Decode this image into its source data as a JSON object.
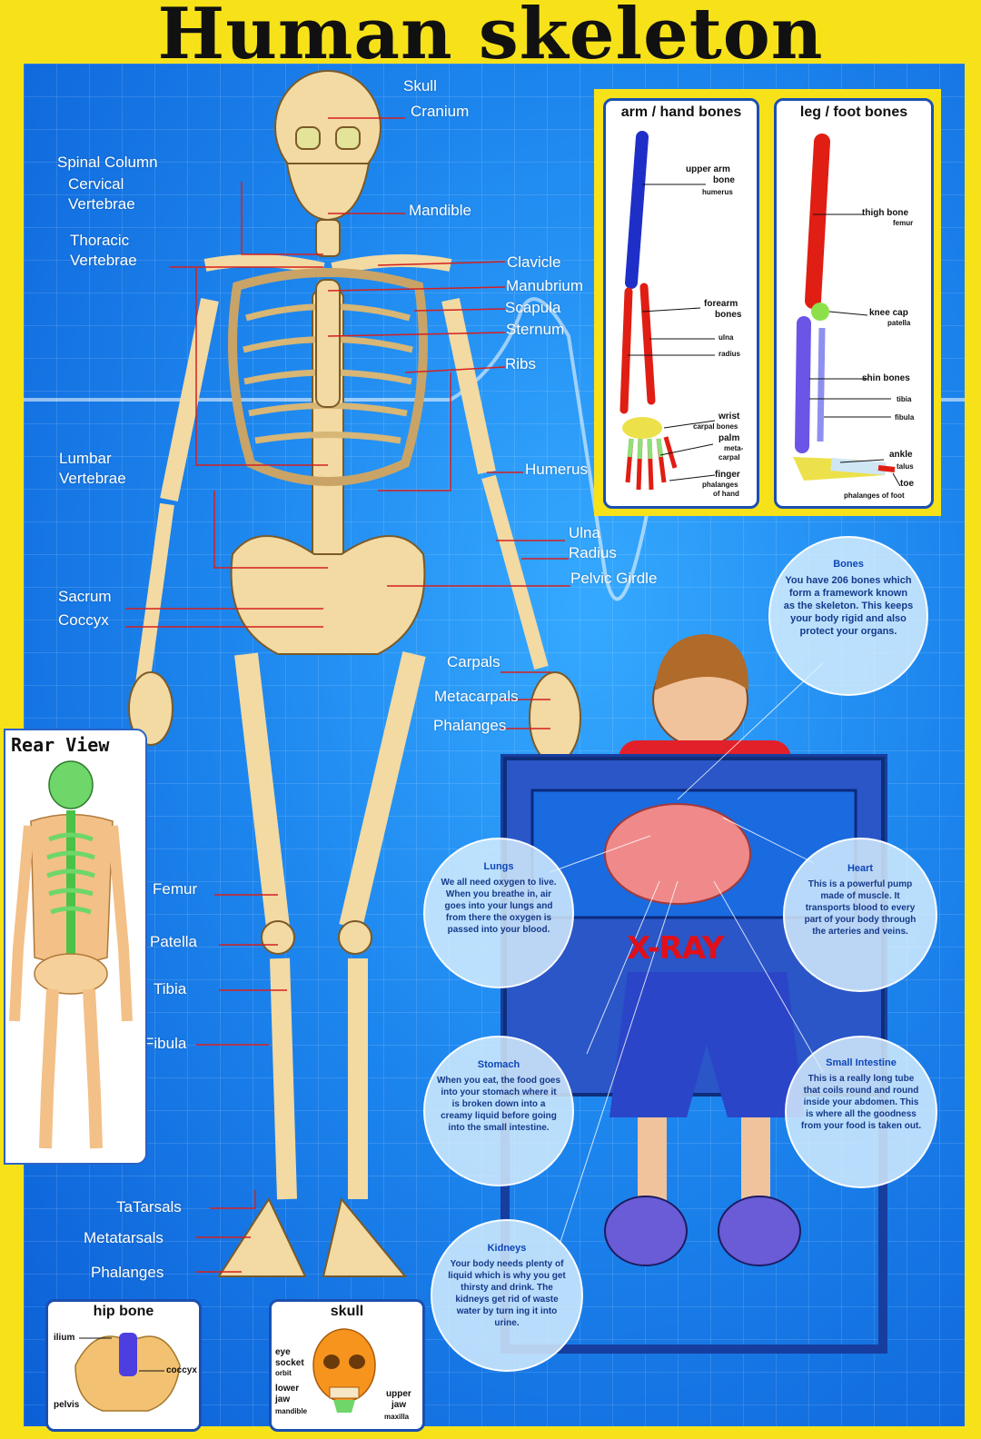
{
  "title": "Human skeleton",
  "skeleton_labels": {
    "skull": "Skull",
    "cranium": "Cranium",
    "spinal_column": "Spinal Column",
    "cervical_1": "Cervical",
    "cervical_2": "Vertebrae",
    "mandible": "Mandible",
    "thoracic_1": "Thoracic",
    "thoracic_2": "Vertebrae",
    "clavicle": "Clavicle",
    "manubrium": "Manubrium",
    "scapula": "Scapula",
    "sternum": "Sternum",
    "ribs": "Ribs",
    "lumbar_1": "Lumbar",
    "lumbar_2": "Vertebrae",
    "humerus": "Humerus",
    "ulna": "Ulna",
    "radius": "Radius",
    "pelvic_girdle": "Pelvic Girdle",
    "sacrum": "Sacrum",
    "coccyx": "Coccyx",
    "carpals": "Carpals",
    "metacarpals": "Metacarpals",
    "phalanges_hand": "Phalanges",
    "femur": "Femur",
    "patella": "Patella",
    "tibia": "Tibia",
    "fibula": "Fibula",
    "tarsals": "TaTarsals",
    "metatarsals": "Metatarsals",
    "phalanges_foot": "Phalanges"
  },
  "rear_view": {
    "title": "Rear View"
  },
  "arm_inset": {
    "title": "arm / hand bones",
    "upper_arm_1": "upper arm",
    "upper_arm_2": "bone",
    "humerus": "humerus",
    "forearm_1": "forearm",
    "forearm_2": "bones",
    "ulna": "ulna",
    "radius": "radius",
    "wrist": "wrist",
    "carpal_bones": "carpal bones",
    "palm": "palm",
    "metacarpal_1": "meta-",
    "metacarpal_2": "carpal",
    "finger": "finger",
    "phalanges_1": "phalanges",
    "phalanges_2": "of hand"
  },
  "leg_inset": {
    "title": "leg / foot bones",
    "thigh_bone": "thigh bone",
    "femur": "femur",
    "knee_cap": "knee cap",
    "patella": "patella",
    "shin_bones": "shin bones",
    "tibia": "tibia",
    "fibula": "fibula",
    "ankle": "ankle",
    "talus": "talus",
    "toe": "toe",
    "phalanges_foot": "phalanges of foot"
  },
  "hip_inset": {
    "title": "hip bone",
    "ilium": "ilium",
    "coccyx": "coccyx",
    "pelvis": "pelvis"
  },
  "skull_inset": {
    "title": "skull",
    "eye_1": "eye",
    "eye_2": "socket",
    "orbit": "orbit",
    "lower_1": "lower",
    "lower_2": "jaw",
    "mandible": "mandible",
    "upper_1": "upper",
    "upper_2": "jaw",
    "maxilla": "maxilla"
  },
  "xray": {
    "label": "X-RAY"
  },
  "bubbles": {
    "bones": {
      "title": "Bones",
      "text": "You have 206 bones which form a framework known as the skeleton. This keeps your body rigid and also protect your organs."
    },
    "lungs": {
      "title": "Lungs",
      "text": "We all need oxygen to live. When you breathe in, air goes into your lungs and from there the oxygen is passed into your blood."
    },
    "heart": {
      "title": "Heart",
      "text": "This is a powerful pump made of muscle. It transports blood to every part of your body through the arteries and veins."
    },
    "stomach": {
      "title": "Stomach",
      "text": "When you eat, the food goes into your stomach where it is broken down into a creamy liquid before going into the small intestine."
    },
    "small_intestine": {
      "title": "Small Intestine",
      "text": "This is a really long tube that coils round and round inside your abdomen. This is where all the goodness from your food is taken out."
    },
    "kidneys": {
      "title": "Kidneys",
      "text": "Your body needs plenty of liquid which is why you get thirsty and drink. The kidneys get rid of waste water by turn ing it into urine."
    }
  },
  "colors": {
    "background": "#f7e21a",
    "panel": "#1c7fe8",
    "bone": "#f3d9a2",
    "bone_outline": "#7a5a28",
    "leader": "#d42020",
    "humerus_blue": "#1e2fc8",
    "forearm_red": "#e01e14"
  }
}
